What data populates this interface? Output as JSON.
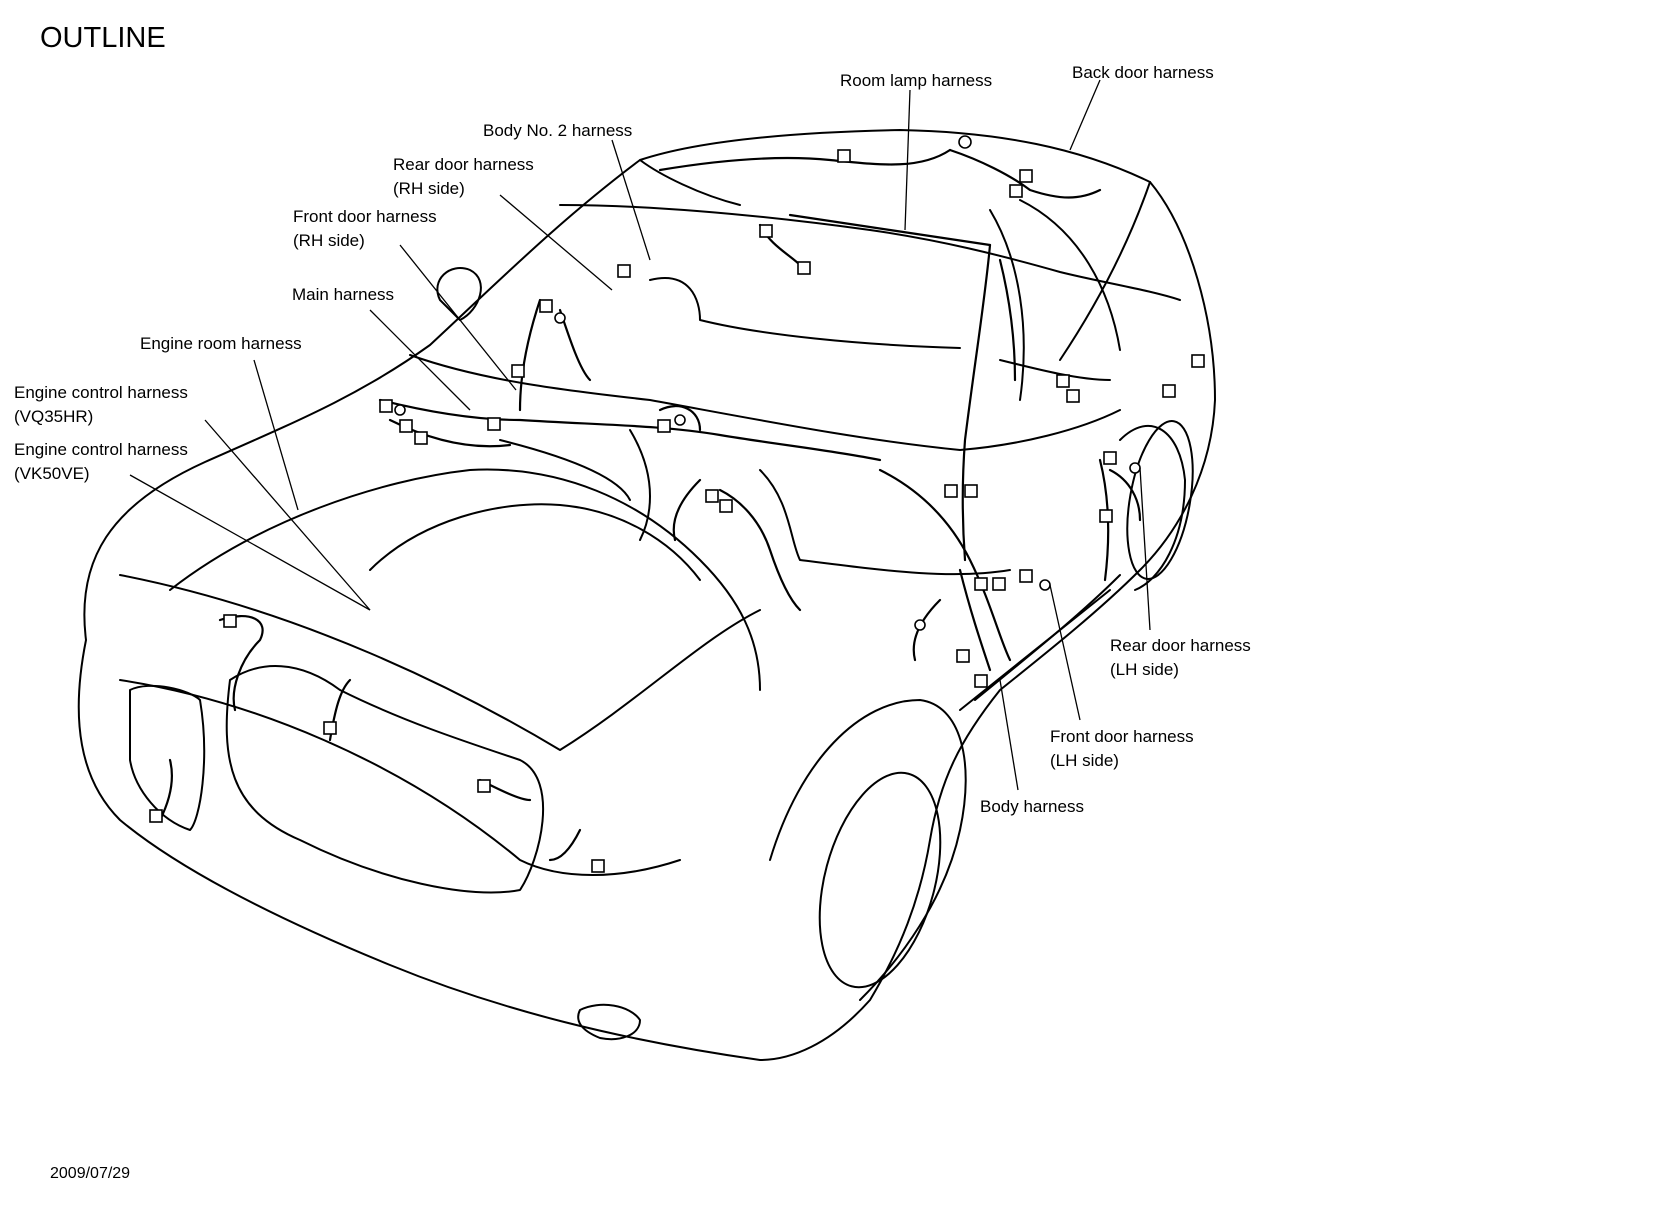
{
  "title": "OUTLINE",
  "date": "2009/07/29",
  "labels": {
    "room_lamp": "Room lamp harness",
    "back_door": "Back door harness",
    "body_no2": "Body No. 2 harness",
    "rear_door_rh_1": "Rear door harness",
    "rear_door_rh_2": "(RH side)",
    "front_door_rh_1": "Front door harness",
    "front_door_rh_2": "(RH side)",
    "main": "Main harness",
    "engine_room": "Engine room harness",
    "ecm_vq_1": "Engine control harness",
    "ecm_vq_2": "(VQ35HR)",
    "ecm_vk_1": "Engine control harness",
    "ecm_vk_2": "(VK50VE)",
    "rear_door_lh_1": "Rear door harness",
    "rear_door_lh_2": "(LH side)",
    "front_door_lh_1": "Front door harness",
    "front_door_lh_2": "(LH side)",
    "body": "Body harness"
  }
}
